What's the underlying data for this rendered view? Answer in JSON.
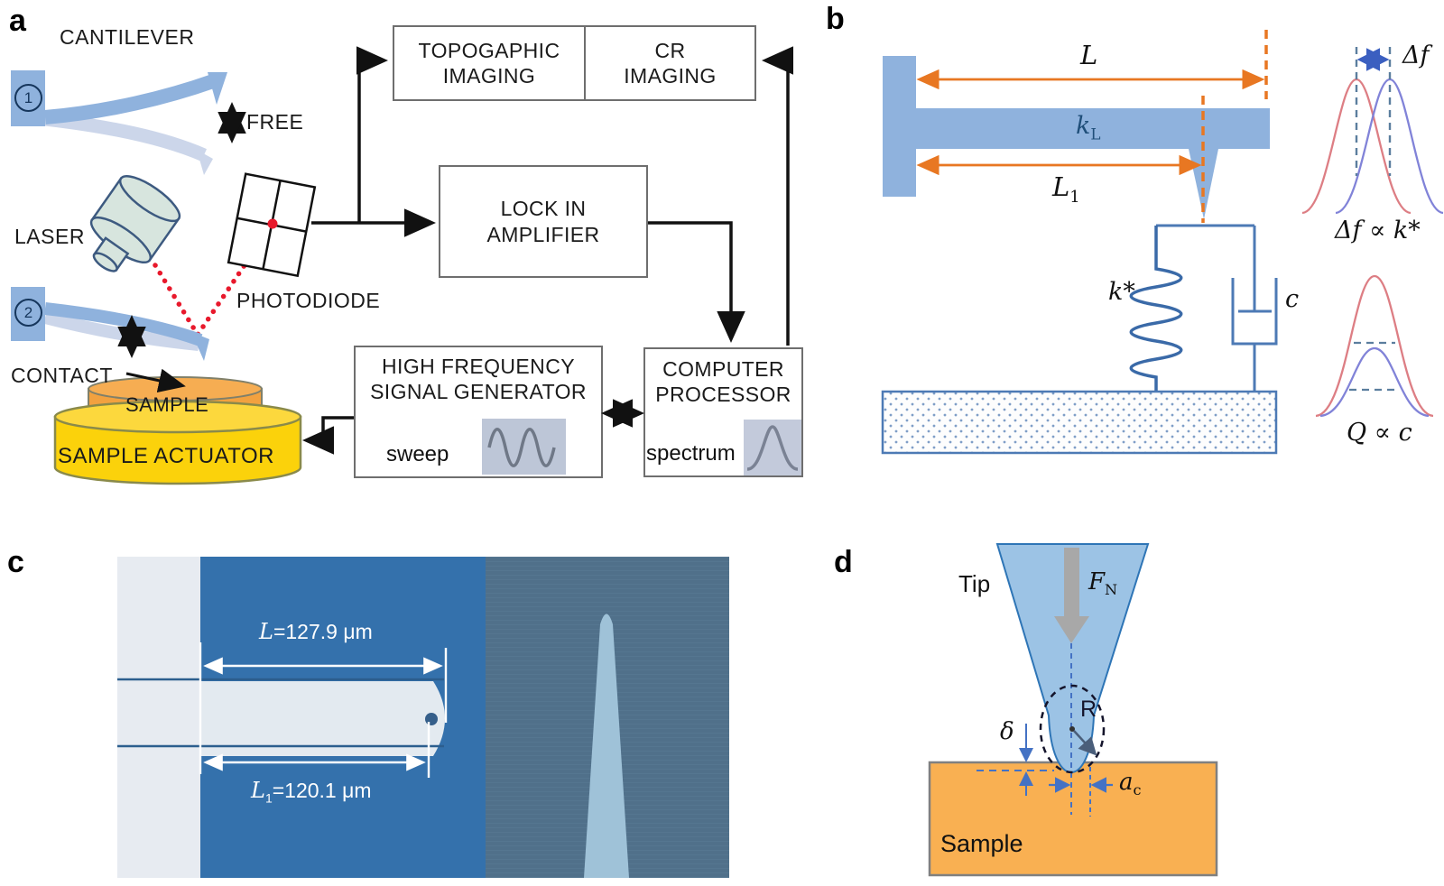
{
  "figure": {
    "panel_a_tag": "a",
    "panel_b_tag": "b",
    "panel_c_tag": "c",
    "panel_d_tag": "d"
  },
  "panel_a": {
    "cantilever_label": "CANTILEVER",
    "free_label": "FREE",
    "contact_label": "CONTACT",
    "laser_label": "LASER",
    "photodiode_label": "PHOTODIODE",
    "marker_free": "1",
    "marker_contact": "2",
    "sample_label": "SAMPLE",
    "actuator_label": "SAMPLE ACTUATOR",
    "boxes": {
      "topographic": "TOPOGAPHIC\nIMAGING",
      "cr": "CR\nIMAGING",
      "lock_in": "LOCK IN\nAMPLIFIER",
      "generator": "HIGH FREQUENCY\nSIGNAL GENERATOR",
      "processor": "COMPUTER\nPROCESSOR"
    },
    "sweep_label": "sweep",
    "spectrum_label": "spectrum"
  },
  "panel_b": {
    "length_label": "L",
    "stiffness_main": "k",
    "stiffness_sub": "L",
    "length1_main": "L",
    "length1_sub": "1",
    "contact_stiffness_label": "k*",
    "damping_label": "c",
    "delta_f_label": "Δf",
    "freq_relation": "Δf ∝ k*",
    "q_relation": "Q ∝ c"
  },
  "panel_c": {
    "length_main": "L",
    "length_value": "=127.9 μm",
    "length1_main": "L",
    "length1_sub": "1",
    "length1_value": "=120.1 μm"
  },
  "panel_d": {
    "tip_label": "Tip",
    "force_main": "F",
    "force_sub": "N",
    "radius_label": "R",
    "indentation_label": "δ",
    "contact_radius_main": "a",
    "contact_radius_sub": "c",
    "sample_label": "Sample"
  },
  "colors": {
    "cantilever_blue": "#8FB2DD",
    "cantilever_faded": "#CCD6EA",
    "laser_body_green": "#D7E5DE",
    "laser_beam_red": "#E8192C",
    "box_border_gray": "#6E6E6E",
    "arrow_black": "#111111",
    "dimension_orange": "#E87722",
    "model_blue": "#4D7AB5",
    "stiffness_navy": "#1F4E79",
    "curve_red": "#DD7E84",
    "curve_blue": "#8183D8",
    "dash_slate": "#5B7E9E",
    "delta_f_arrow_blue": "#3B5FC0",
    "sample_orange": "#F2A13F",
    "actuator_yellow": "#FBD20B",
    "optical_image_blue": "#3471AC",
    "sem_background": "#50708A",
    "tip_fill_blue": "#9CC3E5",
    "tip_border_blue": "#2E75B6",
    "d_sample_orange": "#F9B052",
    "force_arrow_gray": "#A8A8A8",
    "annotation_blue": "#4472C4"
  }
}
